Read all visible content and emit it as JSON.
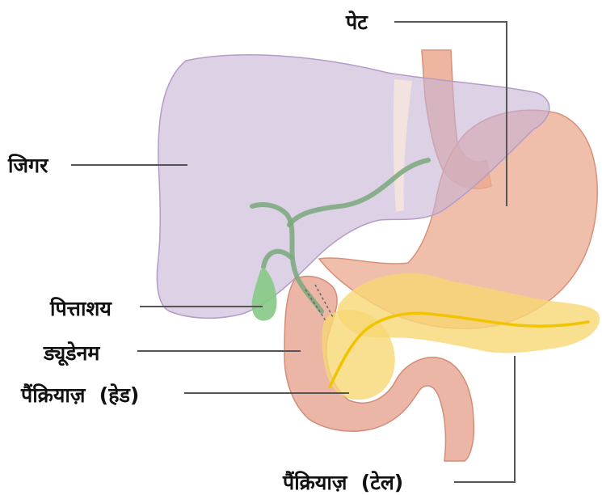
{
  "labels": {
    "stomach": "पेट",
    "liver": "जिगर",
    "gallbladder": "पित्ताशय",
    "duodenum": "ड्यूडेनम",
    "pancreas_head": "पैंक्रियाज़  (हेड)",
    "pancreas_tail": "पैंक्रियाज़  (टेल)"
  },
  "colors": {
    "liver": "#c7b2d6",
    "stomach": "#eba990",
    "duodenum": "#e7a996",
    "pancreas": "#f7d774",
    "pancreatic_duct": "#f2c400",
    "bile_duct": "#7aa87a",
    "gallbladder": "#86c985",
    "leader_line": "#555555",
    "label_text": "#111111"
  }
}
